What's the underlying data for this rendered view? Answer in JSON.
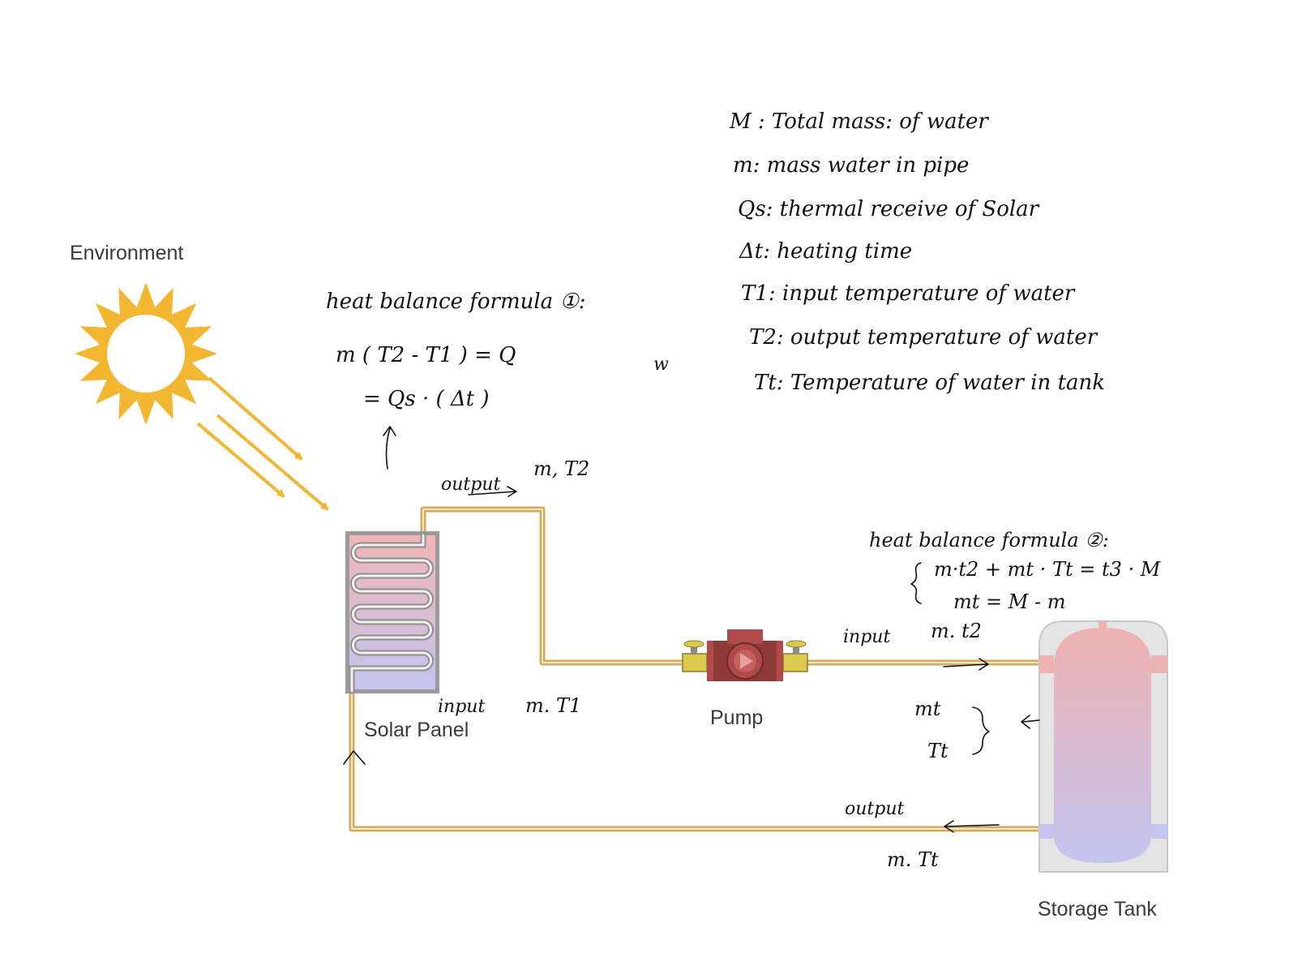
{
  "labels": {
    "environment": "Environment",
    "solar_panel": "Solar Panel",
    "pump": "Pump",
    "storage_tank": "Storage Tank"
  },
  "notes": {
    "definitions": [
      "M : Total mass: of water",
      "m: mass water in pipe",
      "Qs: thermal receive of Solar",
      "Δt: heating time",
      "T1: input temperature of water",
      "T2: output temperature of water",
      "Tt: Temperature of water in tank"
    ],
    "formula1": {
      "title": "heat balance formula ①:",
      "line1": "m ( T2 - T1 ) = Q",
      "line2": "= Qs · ( Δt )"
    },
    "stray_w": "w",
    "pipe_output_top": {
      "word": "output",
      "value": "m, T2"
    },
    "pipe_input_bottom": {
      "word": "input",
      "value": "m. T1"
    },
    "formula2": {
      "title": "heat balance formula ②:",
      "line1": "m·t2 + mt · Tt = t3 · M",
      "line2": "mt = M - m"
    },
    "tank_input": {
      "word": "input",
      "value": "m. t2"
    },
    "tank_contents": {
      "line1": "mt",
      "line2": "Tt"
    },
    "tank_output": {
      "word": "output",
      "value": "m. Tt"
    }
  },
  "colors": {
    "sun": "#f2b630",
    "pipe": "#d6aa5a",
    "warm": "#f0b6b6",
    "cool": "#c2c2ee",
    "pump_red": "#b04a4a",
    "valve_yellow": "#dbc94f"
  }
}
